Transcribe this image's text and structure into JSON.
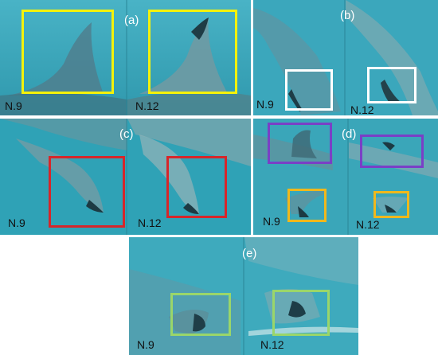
{
  "colors": {
    "yellow": "#f5f20a",
    "white": "#ffffff",
    "red": "#d6262a",
    "purple": "#7a3fc6",
    "orange": "#f0b81c",
    "green": "#9ad66a",
    "water": "#3fa8bc"
  },
  "panels": [
    {
      "id": "a",
      "label": "(a)",
      "left": "N.9",
      "right": "N.12"
    },
    {
      "id": "b",
      "label": "(b)",
      "left": "N.9",
      "right": "N.12"
    },
    {
      "id": "c",
      "label": "(c)",
      "left": "N.9",
      "right": "N.12"
    },
    {
      "id": "d",
      "label": "(d)",
      "left": "N.9",
      "right": "N.12"
    },
    {
      "id": "e",
      "label": "(e)",
      "left": "N.9",
      "right": "N.12"
    }
  ]
}
